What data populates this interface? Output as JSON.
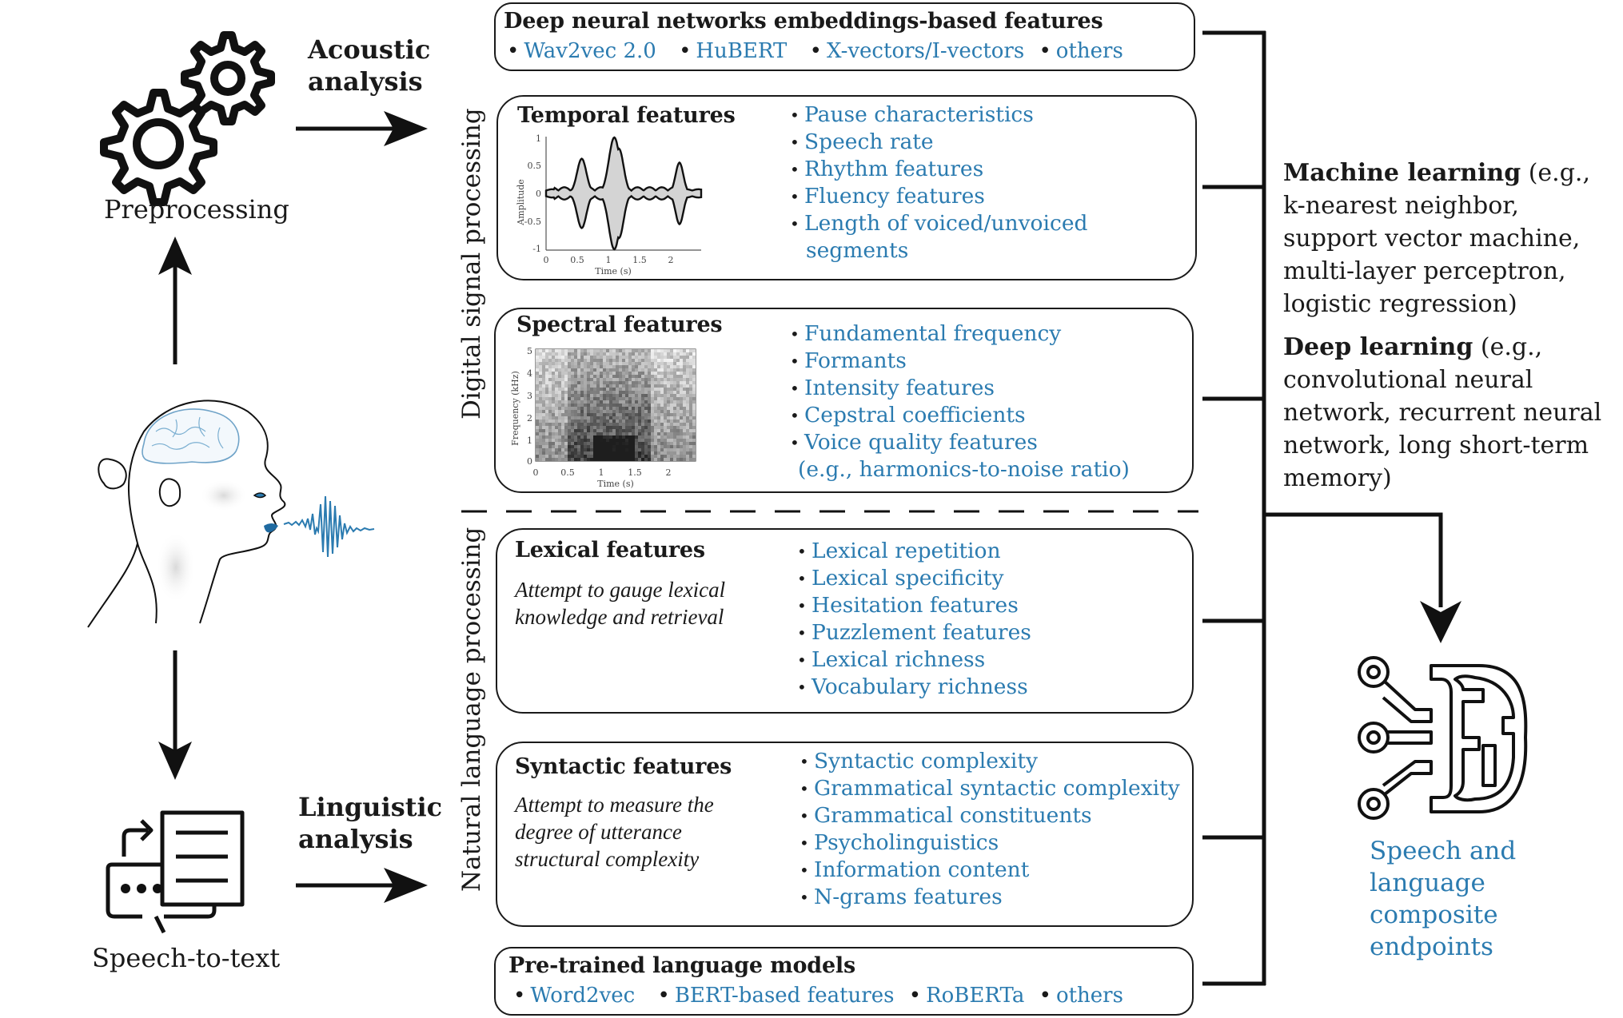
{
  "left_flow": {
    "preprocessing_label": "Preprocessing",
    "speech_to_text_label": "Speech-to-text",
    "acoustic_analysis": [
      "Acoustic",
      "analysis"
    ],
    "linguistic_analysis": [
      "Linguistic",
      "analysis"
    ]
  },
  "section_labels": {
    "dsp": "Digital signal processing",
    "nlp": "Natural language processing"
  },
  "dnn_box": {
    "title": "Deep neural networks embeddings-based features",
    "items": [
      "Wav2vec 2.0",
      "HuBERT",
      "X-vectors/I-vectors",
      "others"
    ]
  },
  "temporal_box": {
    "title": "Temporal features",
    "items": [
      "Pause characteristics",
      "Speech rate",
      "Rhythm features",
      "Fluency features",
      "Length of voiced/unvoiced",
      "segments"
    ]
  },
  "spectral_box": {
    "title": "Spectral features",
    "items": [
      "Fundamental frequency",
      "Formants",
      "Intensity features",
      "Cepstral coefficients",
      "Voice quality features",
      "(e.g., harmonics-to-noise ratio)"
    ]
  },
  "lexical_box": {
    "title": "Lexical features",
    "description": [
      "Attempt to gauge lexical",
      "knowledge and retrieval"
    ],
    "items": [
      "Lexical repetition",
      "Lexical specificity",
      "Hesitation features",
      "Puzzlement features",
      "Lexical richness",
      "Vocabulary richness"
    ]
  },
  "syntactic_box": {
    "title": "Syntactic features",
    "description": [
      "Attempt to measure the",
      "degree of utterance",
      "structural complexity"
    ],
    "items": [
      "Syntactic complexity",
      "Grammatical syntactic complexity",
      "Grammatical constituents",
      "Psycholinguistics",
      "Information content",
      "N-grams features"
    ]
  },
  "pretrained_box": {
    "title": "Pre-trained language models",
    "items": [
      "Word2vec",
      "BERT-based features",
      "RoBERTa",
      "others"
    ]
  },
  "models": {
    "ml_title": "Machine learning",
    "ml_text": " (e.g., k-nearest neighbor, support vector machine, multi-layer perceptron, logistic regression)",
    "dl_title": "Deep learning",
    "dl_text": " (e.g., convolutional neural network, recurrent neural network, long short-term memory)"
  },
  "endpoint": {
    "lines": [
      "Speech and",
      "language",
      "composite",
      "endpoints"
    ]
  },
  "waveform_plot": {
    "xlabel": "Time (s)",
    "ylabel": "Amplitude",
    "xticks": [
      "0",
      "0.5",
      "1",
      "1.5",
      "2"
    ],
    "yticks": [
      "1",
      "0.5",
      "0",
      "-0.5",
      "-1"
    ]
  },
  "spectrogram_plot": {
    "xlabel": "Time (s)",
    "ylabel": "Frequency (kHz)",
    "xticks": [
      "0",
      "0.5",
      "1",
      "1.5",
      "2"
    ],
    "yticks": [
      "5",
      "4",
      "3",
      "2",
      "1",
      "0"
    ]
  },
  "colors": {
    "accent_blue": "#2b7bb0",
    "line": "#1a1a1a"
  }
}
